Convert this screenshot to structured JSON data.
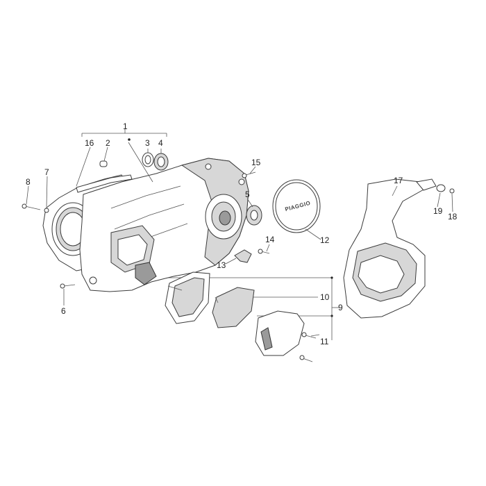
{
  "callouts": {
    "c1": "1",
    "c2": "2",
    "c3": "3",
    "c4": "4",
    "c5": "5",
    "c6": "6",
    "c7": "7",
    "c8": "8",
    "c9": "9",
    "c10": "10",
    "c11": "11",
    "c12": "12",
    "c13": "13",
    "c14": "14",
    "c15": "15",
    "c16": "16",
    "c17": "17",
    "c18": "18",
    "c19": "19"
  },
  "parts": {
    "logo_cover_text": "PIAGGIO"
  },
  "colors": {
    "line": "#3a3a3a",
    "fill_light": "#d7d7d7",
    "fill_dark": "#9a9a9a"
  }
}
